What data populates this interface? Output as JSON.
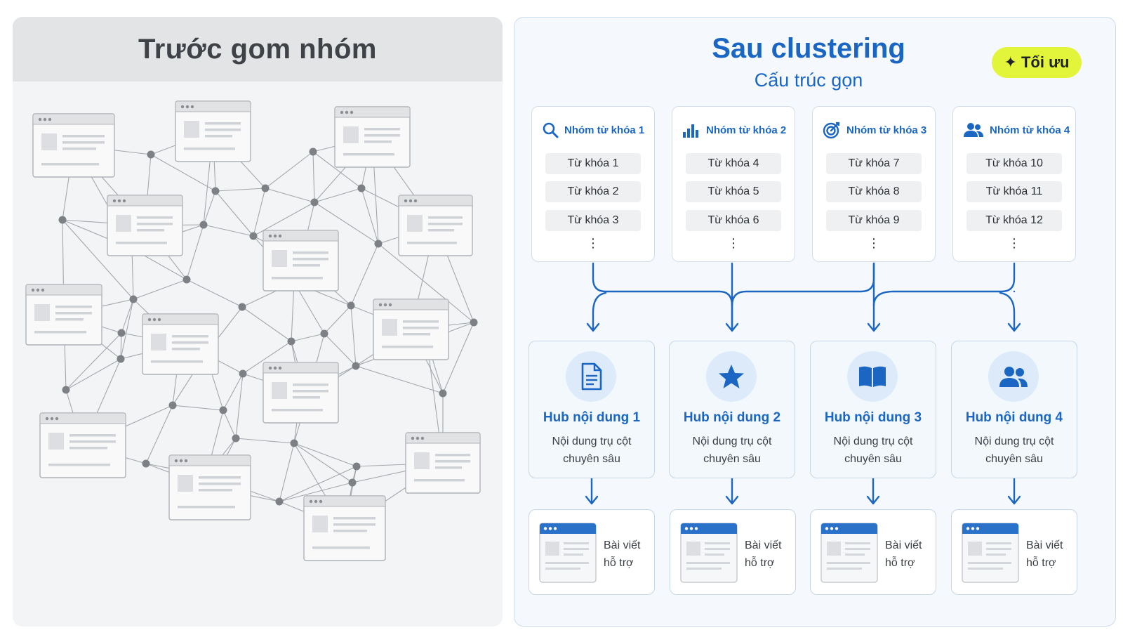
{
  "before": {
    "title": "Trước gom nhóm"
  },
  "after": {
    "title": "Sau clustering",
    "subtitle": "Cấu trúc gọn",
    "badge": {
      "icon": "sparkle-icon",
      "label": "Tối ưu"
    }
  },
  "groups": [
    {
      "icon": "search-icon",
      "title": "Nhóm từ khóa 1",
      "keywords": [
        "Từ khóa 1",
        "Từ khóa 2",
        "Từ khóa 3"
      ],
      "more": "⋮"
    },
    {
      "icon": "bar-chart-icon",
      "title": "Nhóm từ khóa 2",
      "keywords": [
        "Từ khóa 4",
        "Từ khóa 5",
        "Từ khóa 6"
      ],
      "more": "⋮"
    },
    {
      "icon": "target-icon",
      "title": "Nhóm từ khóa 3",
      "keywords": [
        "Từ khóa 7",
        "Từ khóa 8",
        "Từ khóa 9"
      ],
      "more": "⋮"
    },
    {
      "icon": "users-icon",
      "title": "Nhóm từ khóa 4",
      "keywords": [
        "Từ khóa 10",
        "Từ khóa 11",
        "Từ khóa 12"
      ],
      "more": "⋮"
    }
  ],
  "hubs": [
    {
      "icon": "document-icon",
      "title": "Hub nội dung 1",
      "desc_line1": "Nội dung trụ cột",
      "desc_line2": "chuyên sâu"
    },
    {
      "icon": "star-icon",
      "title": "Hub nội dung 2",
      "desc_line1": "Nội dung trụ cột",
      "desc_line2": "chuyên sâu"
    },
    {
      "icon": "book-icon",
      "title": "Hub nội dung 3",
      "desc_line1": "Nội dung trụ cột",
      "desc_line2": "chuyên sâu"
    },
    {
      "icon": "users-icon",
      "title": "Hub nội dung 4",
      "desc_line1": "Nội dung trụ cột",
      "desc_line2": "chuyên sâu"
    }
  ],
  "posts": [
    {
      "icon": "webpage-icon",
      "line1": "Bài viết",
      "line2": "hỗ trợ"
    },
    {
      "icon": "webpage-icon",
      "line1": "Bài viết",
      "line2": "hỗ trợ"
    },
    {
      "icon": "webpage-icon",
      "line1": "Bài viết",
      "line2": "hỗ trợ"
    },
    {
      "icon": "webpage-icon",
      "line1": "Bài viết",
      "line2": "hỗ trợ"
    }
  ],
  "colors": {
    "accent": "#1a66c2",
    "badge": "#e3f53a",
    "chaos_lines": "#9a9ea3",
    "chaos_nodes": "#7d8186"
  }
}
